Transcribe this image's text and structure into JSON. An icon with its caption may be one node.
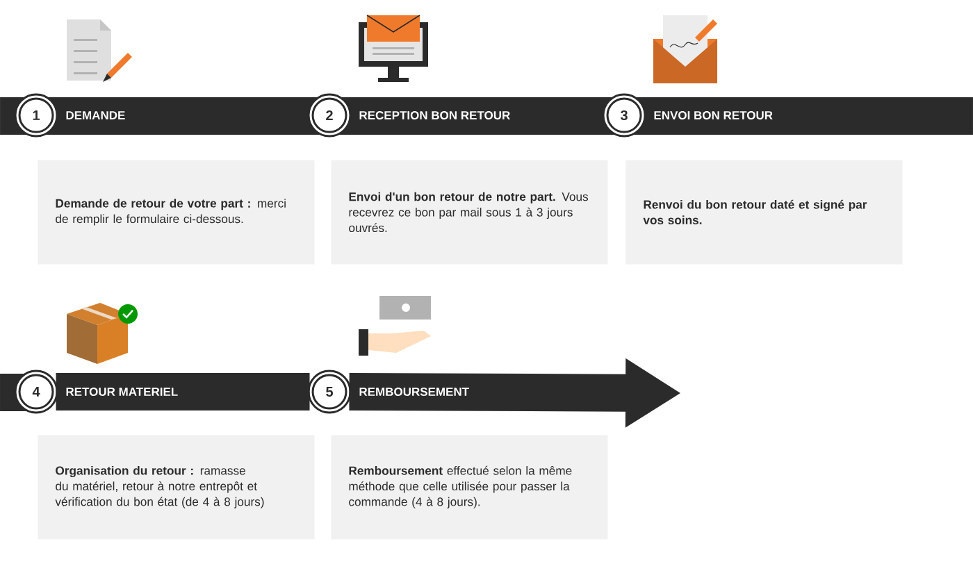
{
  "diagram": {
    "nodes": [
      {
        "text": [
          "1"
        ],
        "beside": [
          "DEMANDE"
        ]
      },
      {
        "text": [
          "**Demande de retour de votre part :** merci de remplir le formulaire ci-dessous."
        ]
      },
      {
        "text": [
          "2"
        ],
        "beside": [
          "RECEPTION BON RETOUR"
        ]
      },
      {
        "text": [
          "**Envoi d'un bon retour de notre part.** Vous recevrez ce bon par mail sous 1 à 3 jours ouvrés."
        ]
      },
      {
        "text": [
          "3"
        ],
        "beside": [
          "ENVOI BON RETOUR"
        ]
      },
      {
        "text": [
          "Renvoi du bon retour daté et signé par vos soins."
        ]
      },
      {
        "text": [
          "4"
        ],
        "beside": [
          "RETOUR MATERIEL"
        ]
      },
      {
        "text": [
          "**Organisation du retour :** ramasse du matériel, retour à notre entrepôt et vérification du bon état (de 4 à 8 jours)"
        ]
      },
      {
        "text": [
          "5"
        ],
        "beside": [
          "REMBOURSEMENT"
        ]
      },
      {
        "text": [
          "**Remboursement** effectué selon la même méthode que celle utilisée pour passer la commande (4 à 8 jours)."
        ]
      }
    ],
    "edges": [
      {
        "from": 6,
        "to": 8,
        "arrow": "none"
      },
      {
        "from": 8,
        "to": null,
        "arrow": "to"
      }
    ]
  }
}
